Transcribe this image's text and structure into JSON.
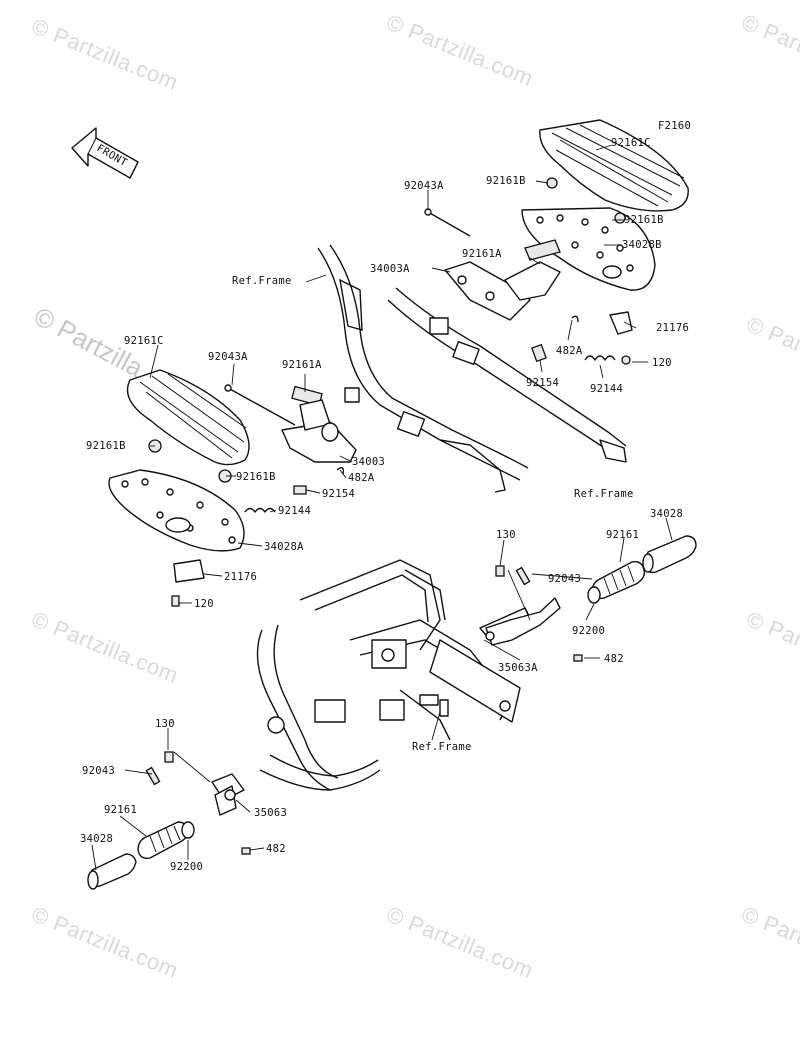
{
  "diagram": {
    "figure_code": "F2160",
    "front_label": "FRONT",
    "watermark": "© Partzilla.com",
    "labels": {
      "l_92161C_r": "92161C",
      "l_92161B_r1": "92161B",
      "l_92043A_r": "92043A",
      "l_92161B_r2": "92161B",
      "l_34028B": "34028B",
      "l_92161A_r": "92161A",
      "l_34003A": "34003A",
      "l_21176_r": "21176",
      "l_482A_r": "482A",
      "l_120_r": "120",
      "l_92154_r": "92154",
      "l_92144_r": "92144",
      "l_refframe_top": "Ref.Frame",
      "l_refframe_mid": "Ref.Frame",
      "l_refframe_low": "Ref.Frame",
      "l_92161C_l": "92161C",
      "l_92043A_l": "92043A",
      "l_92161A_l": "92161A",
      "l_92161B_l1": "92161B",
      "l_34003": "34003",
      "l_92161B_l2": "92161B",
      "l_482A_l": "482A",
      "l_92154_l": "92154",
      "l_92144_l": "92144",
      "l_34028A": "34028A",
      "l_21176_l": "21176",
      "l_120_l": "120",
      "l_34028_r": "34028",
      "l_130_r": "130",
      "l_92161_r": "92161",
      "l_92043_r": "92043",
      "l_92200_r": "92200",
      "l_35063A": "35063A",
      "l_482_r": "482",
      "l_130_l": "130",
      "l_92043_l": "92043",
      "l_92161_l": "92161",
      "l_35063": "35063",
      "l_34028_l": "34028",
      "l_92200_l": "92200",
      "l_482_l": "482"
    }
  }
}
